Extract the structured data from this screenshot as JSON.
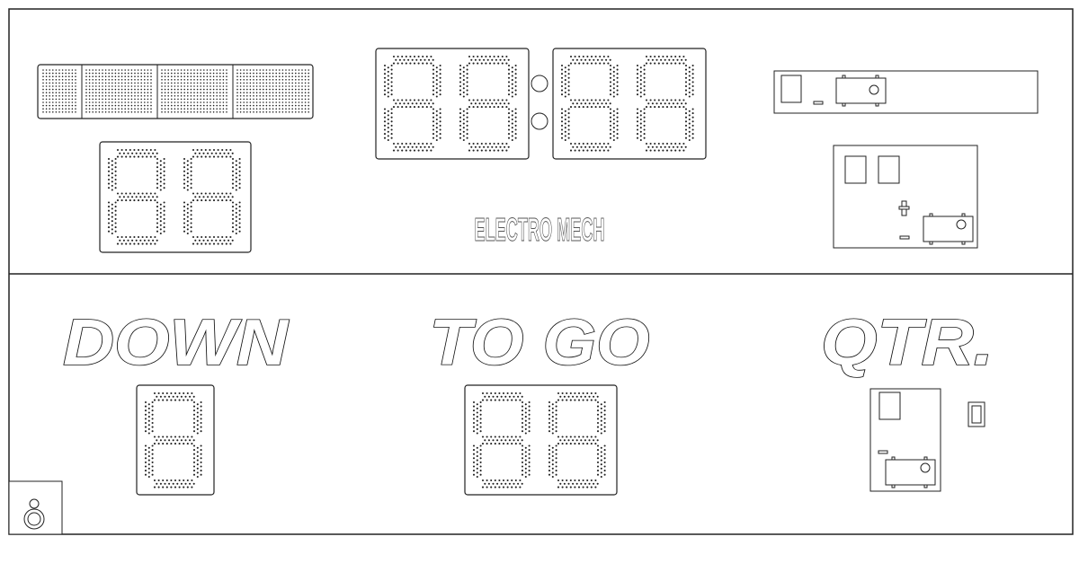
{
  "scoreboard": {
    "logo_text": "ELECTRO MECH",
    "labels": {
      "down": "DOWN",
      "to_go": "TO GO",
      "quarter": "QTR."
    }
  }
}
